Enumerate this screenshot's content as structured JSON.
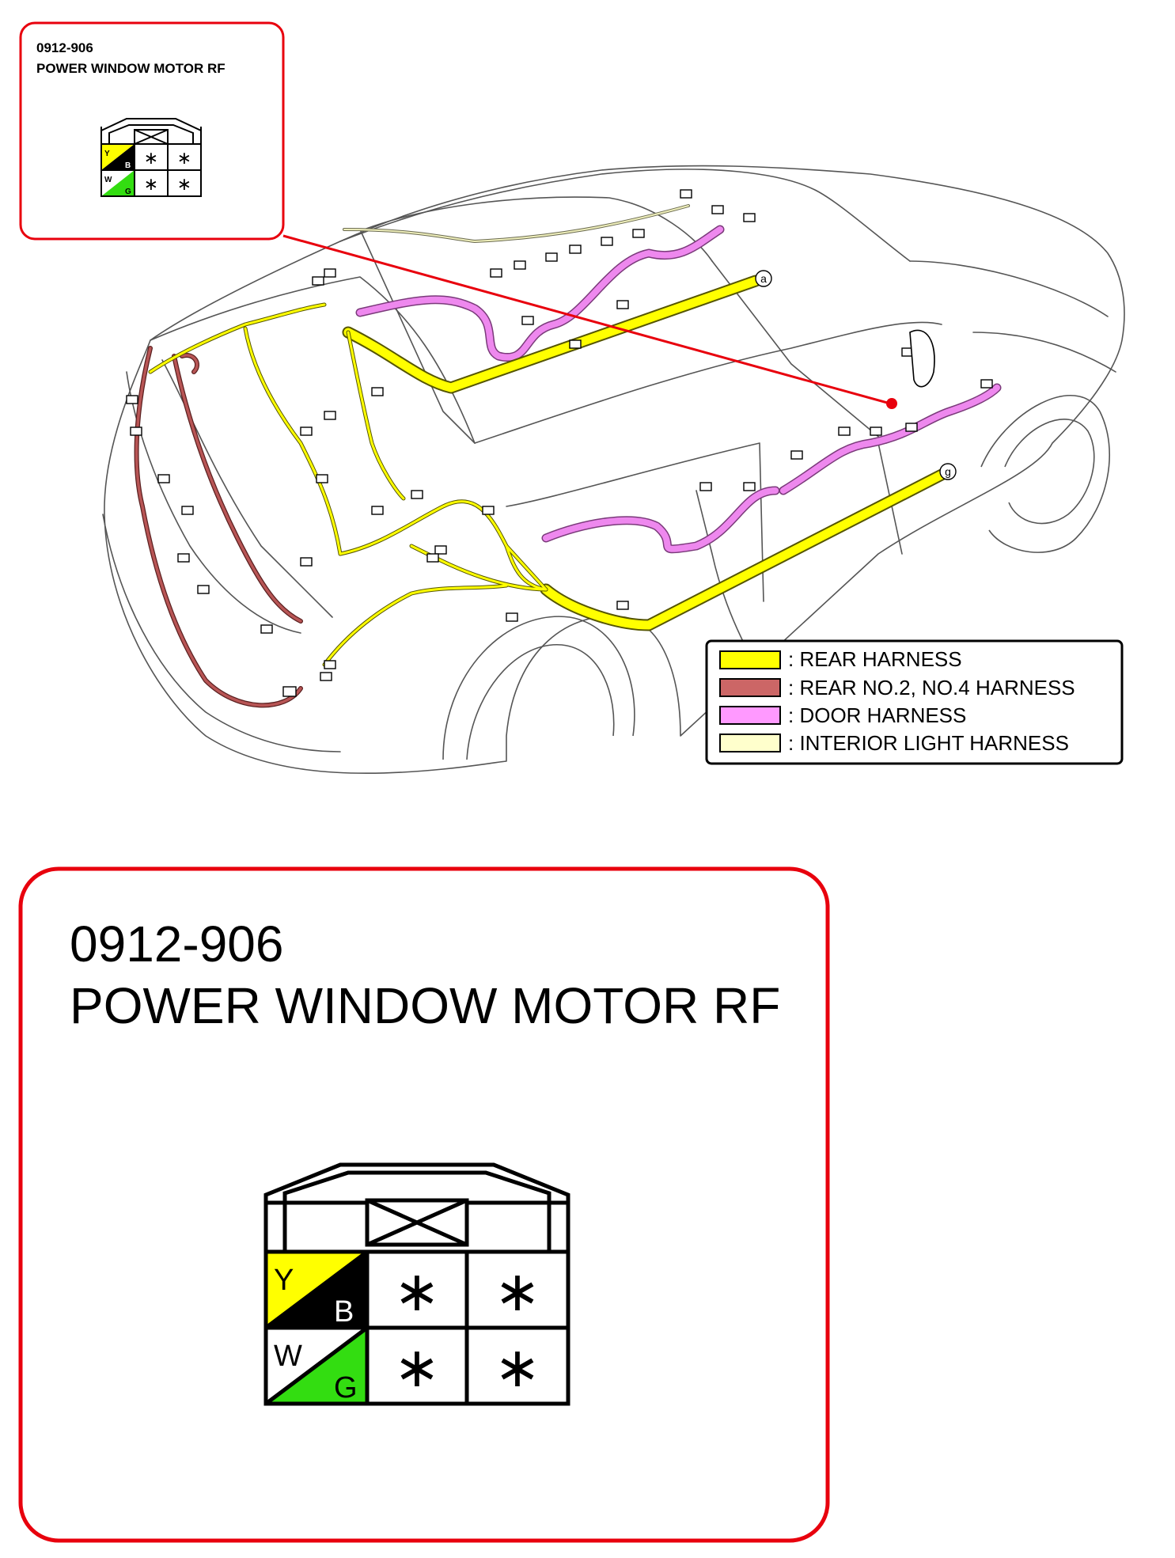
{
  "connector": {
    "code": "0912-906",
    "name": "POWER WINDOW MOTOR RF",
    "pins": [
      {
        "top": "Y",
        "bottom": "B",
        "top_color": "#ffff00",
        "bottom_color": "#000000",
        "top_text_color": "#000000",
        "bottom_text_color": "#ffffff"
      },
      {
        "top": "W",
        "bottom": "G",
        "top_color": "#ffffff",
        "bottom_color": "#33dd11",
        "top_text_color": "#000000",
        "bottom_text_color": "#000000"
      }
    ],
    "unused_pin_mark": "∗"
  },
  "markers": {
    "a": "a",
    "g": "g"
  },
  "legend": {
    "items": [
      {
        "label": ": REAR HARNESS",
        "color": "#ffff00"
      },
      {
        "label": ": REAR NO.2, NO.4 HARNESS",
        "color": "#cc6666"
      },
      {
        "label": ": DOOR HARNESS",
        "color": "#ff99ff"
      },
      {
        "label": ": INTERIOR LIGHT HARNESS",
        "color": "#ffffcc"
      }
    ]
  },
  "colors": {
    "frame_red": "#e8000d",
    "rear_harness": "#ffff00",
    "rear_no2_no4_harness": "#b85555",
    "door_harness": "#ee88ee",
    "interior_light_harness": "#eeeebb",
    "pointer_dot": "#e8000d"
  }
}
